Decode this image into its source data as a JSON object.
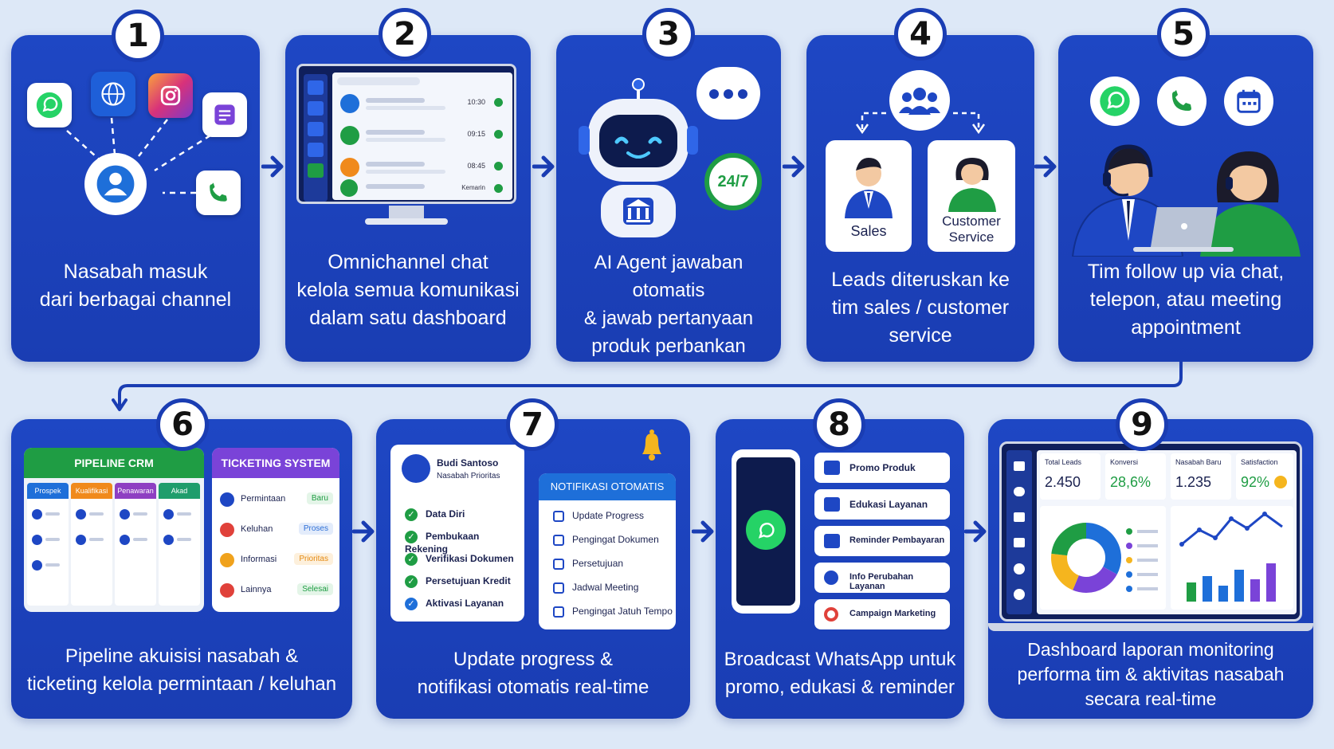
{
  "steps": [
    {
      "num": "1",
      "caption": "Nasabah masuk\ndari berbagai channel"
    },
    {
      "num": "2",
      "caption": "Omnichannel chat\nkelola semua komunikasi\ndalam satu dashboard"
    },
    {
      "num": "3",
      "caption": "AI Agent jawaban otomatis\n& jawab pertanyaan\nproduk perbankan"
    },
    {
      "num": "4",
      "caption": "Leads diteruskan ke\ntim sales / customer\nservice"
    },
    {
      "num": "5",
      "caption": "Tim follow up via chat,\ntelepon, atau meeting\nappointment"
    },
    {
      "num": "6",
      "caption": "Pipeline akuisisi nasabah &\nticketing kelola permintaan / keluhan"
    },
    {
      "num": "7",
      "caption": "Update progress &\nnotifikasi otomatis real-time"
    },
    {
      "num": "8",
      "caption": "Broadcast WhatsApp untuk\npromo, edukasi & reminder"
    },
    {
      "num": "9",
      "caption": "Dashboard laporan monitoring\nperforma tim & aktivitas nasabah\nsecara real-time"
    }
  ],
  "chat": {
    "times": [
      "10:30",
      "09:15",
      "08:45",
      "Kemarin"
    ]
  },
  "ai": {
    "badge": "24/7"
  },
  "leads": {
    "sales": "Sales",
    "cs": "Customer\nService"
  },
  "crm": {
    "pipeline_title": "PIPELINE CRM",
    "columns": [
      "Prospek",
      "Kualifikasi",
      "Penawaran",
      "Akad"
    ],
    "column_colors": [
      "#1e6fd9",
      "#f08a1c",
      "#8e3fc2",
      "#1f9d6c"
    ],
    "ticket_title": "TICKETING SYSTEM",
    "tickets": [
      {
        "label": "Permintaan",
        "status": "Baru",
        "color": "#2bb04a"
      },
      {
        "label": "Keluhan",
        "status": "Proses",
        "color": "#2d6fd6"
      },
      {
        "label": "Informasi",
        "status": "Prioritas",
        "color": "#e58a12"
      },
      {
        "label": "Lainnya",
        "status": "Selesai",
        "color": "#2bb04a"
      }
    ]
  },
  "progress": {
    "name": "Budi Santoso",
    "subtitle": "Nasabah Prioritas",
    "steps": [
      "Data Diri",
      "Pembukaan Rekening",
      "Verifikasi Dokumen",
      "Persetujuan Kredit",
      "Aktivasi Layanan"
    ],
    "notif_title": "NOTIFIKASI OTOMATIS",
    "notifs": [
      "Update Progress",
      "Pengingat Dokumen",
      "Persetujuan",
      "Jadwal Meeting",
      "Pengingat Jatuh Tempo"
    ]
  },
  "broadcast": {
    "items": [
      "Promo Produk",
      "Edukasi Layanan",
      "Reminder Pembayaran",
      "Info Perubahan Layanan",
      "Campaign Marketing"
    ]
  },
  "dashboard": {
    "stats": [
      {
        "label": "Total Leads",
        "value": "2.450"
      },
      {
        "label": "Konversi",
        "value": "28,6%"
      },
      {
        "label": "Nasabah Baru",
        "value": "1.235"
      },
      {
        "label": "Satisfaction",
        "value": "92%"
      }
    ]
  },
  "colors": {
    "card": "#1a3db3",
    "bg": "#dde8f7",
    "green": "#1f9d44"
  }
}
